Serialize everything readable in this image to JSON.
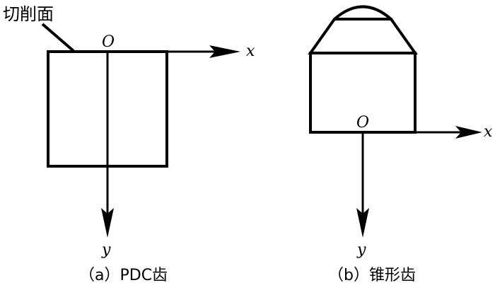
{
  "panel_a": {
    "cut_face_label": "切削面",
    "origin_label": "O",
    "x_label": "x",
    "y_label": "y",
    "caption": "（a）PDC齿"
  },
  "panel_b": {
    "origin_label": "O",
    "x_label": "x",
    "y_label": "y",
    "caption": "（b）锥形齿"
  }
}
